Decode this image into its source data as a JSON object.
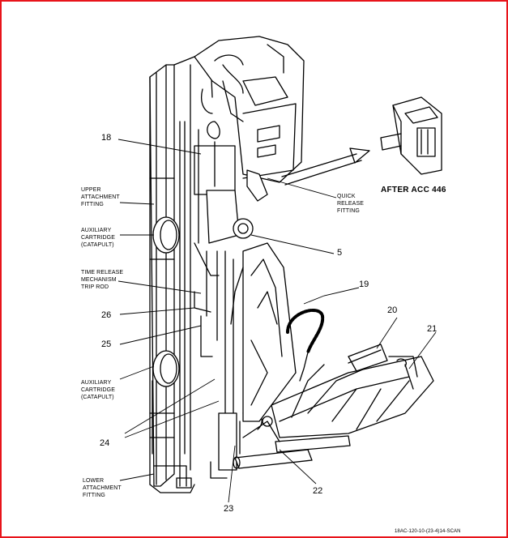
{
  "callouts": {
    "n18": "18",
    "n5": "5",
    "n19": "19",
    "n20": "20",
    "n21": "21",
    "n22": "22",
    "n23": "23",
    "n24": "24",
    "n25": "25",
    "n26": "26"
  },
  "labels": {
    "upper_attachment": [
      "UPPER",
      "ATTACHMENT",
      "FITTING"
    ],
    "aux_cartridge_top": [
      "AUXILIARY",
      "CARTRIDGE",
      "(CATAPULT)"
    ],
    "time_release": [
      "TIME RELEASE",
      "MECHANISM",
      "TRIP ROD"
    ],
    "aux_cartridge_bottom": [
      "AUXILIARY",
      "CARTRIDGE",
      "(CATAPULT)"
    ],
    "lower_attachment": [
      "LOWER",
      "ATTACHMENT",
      "FITTING"
    ],
    "quick_release": [
      "QUICK",
      "RELEASE",
      "FITTING"
    ]
  },
  "after_acc": "AFTER ACC 446",
  "scan_id": "18AC-120-10-(23-4)14-SCAN",
  "colors": {
    "frame": "#e8141b",
    "ink": "#000000"
  }
}
